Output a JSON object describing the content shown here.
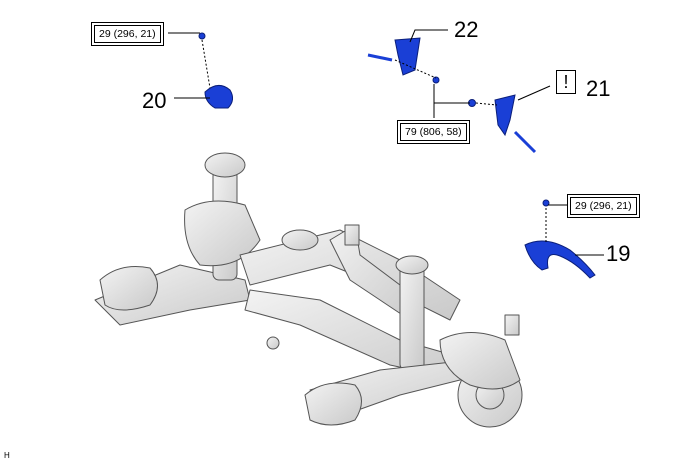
{
  "torque_specs": [
    {
      "id": "torque-upper-left",
      "label": "29 (296, 21)"
    },
    {
      "id": "torque-middle",
      "label": "79 (806, 58)"
    },
    {
      "id": "torque-right",
      "label": "29 (296, 21)"
    }
  ],
  "callouts": {
    "part_19": "19",
    "part_20": "20",
    "part_21": "21",
    "part_22": "22"
  },
  "caution_symbol": "!",
  "corner_mark": "H",
  "colors": {
    "part_highlight": "#1a3fd6",
    "frame_line": "#555555",
    "frame_fill": "#e4e4e4"
  }
}
